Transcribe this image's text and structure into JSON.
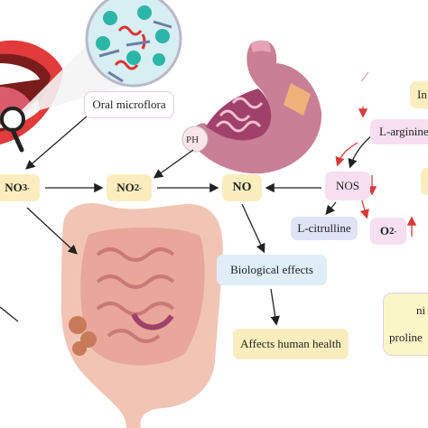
{
  "labels": {
    "no3": "NO",
    "no3_sub": "3",
    "no3_sup": "-",
    "no2": "NO",
    "no2_sub": "2",
    "no2_sup": "-",
    "no": "NO",
    "oral_microflora": "Oral microflora",
    "ph": "PH",
    "nos": "NOS",
    "l_citrulline": "L-citrulline",
    "l_arginine": "L-arginine",
    "o2": "O",
    "o2_sub": "2",
    "o2_sup": "-",
    "biological_effects": "Biological effects",
    "affects_human_health": "Affects human health",
    "right_top_partial": "In",
    "right_bottom_partial_1": "ni",
    "right_bottom_partial_2": "proline"
  },
  "colors": {
    "yellow_box": "#fbeebe",
    "pink_box": "#f6dff0",
    "blue_box": "#dfeef8",
    "lavender_box": "#dfe3f5",
    "red_arrow": "#d83a3a",
    "black_arrow": "#222222"
  }
}
